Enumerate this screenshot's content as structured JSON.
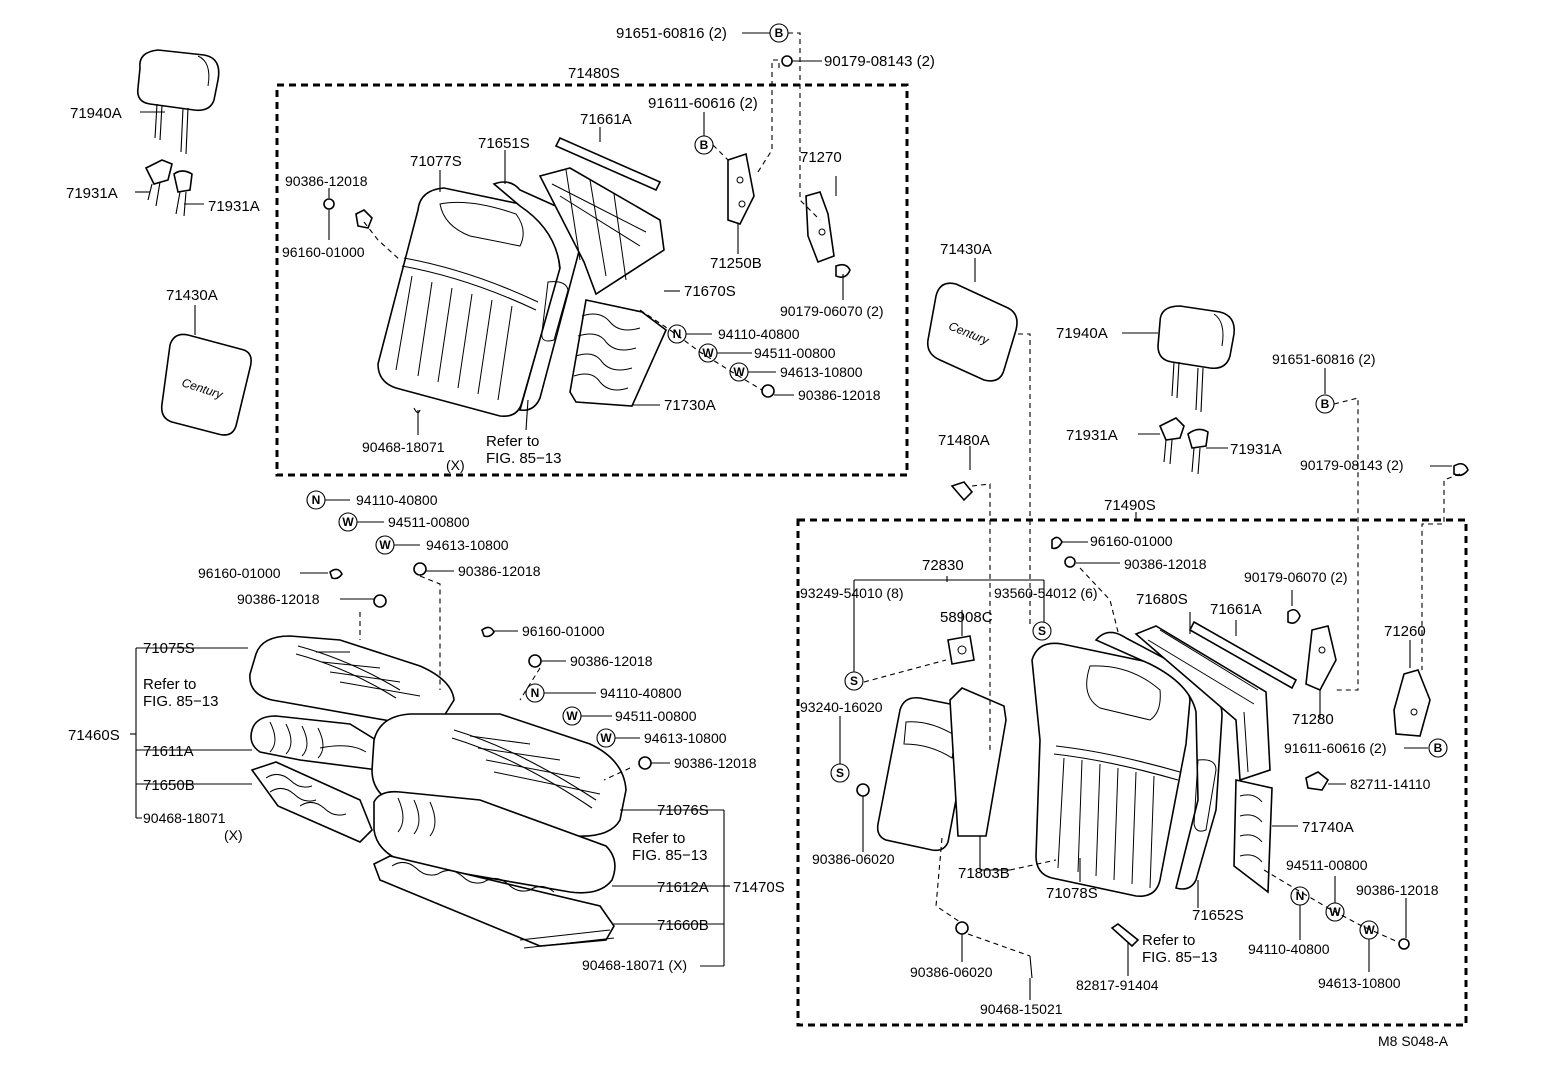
{
  "diagram_id": "M8 S048-A",
  "labels": {
    "p91651_60816_top": "91651-60816 (2)",
    "p90179_08143_top": "90179-08143 (2)",
    "p71480s": "71480S",
    "p91611_60616_top": "91611-60616 (2)",
    "p71661a_top": "71661A",
    "p71651s": "71651S",
    "p71077s": "71077S",
    "p90386_12018_a": "90386-12018",
    "p96160_01000_a": "96160-01000",
    "p71270": "71270",
    "p71250b": "71250B",
    "p90179_06070_top": "90179-06070 (2)",
    "p71670s": "71670S",
    "p94110_40800_a": "94110-40800",
    "p94511_00800_a": "94511-00800",
    "p94613_10800_a": "94613-10800",
    "p90386_12018_b": "90386-12018",
    "p71730a": "71730A",
    "p90468_18071_a": "90468-18071",
    "x_a": "(X)",
    "refer_a1": "Refer to",
    "refer_a2": "FIG. 85−13",
    "p71940a_left": "71940A",
    "p71931a_l1": "71931A",
    "p71931a_l2": "71931A",
    "p71430a_left": "71430A",
    "p94110_40800_b": "94110-40800",
    "p94511_00800_b": "94511-00800",
    "p94613_10800_b": "94613-10800",
    "p90386_12018_c": "90386-12018",
    "p96160_01000_b": "96160-01000",
    "p90386_12018_d": "90386-12018",
    "p71075s": "71075S",
    "refer_b1": "Refer to",
    "refer_b2": "FIG. 85−13",
    "p71460s": "71460S",
    "p71611a": "71611A",
    "p71650b": "71650B",
    "p90468_18071_b": "90468-18071",
    "x_b": "(X)",
    "p96160_01000_c": "96160-01000",
    "p90386_12018_e": "90386-12018",
    "p94110_40800_c": "94110-40800",
    "p94511_00800_c": "94511-00800",
    "p94613_10800_c": "94613-10800",
    "p90386_12018_f": "90386-12018",
    "p71076s": "71076S",
    "refer_c1": "Refer to",
    "refer_c2": "FIG. 85−13",
    "p71612a": "71612A",
    "p71470s": "71470S",
    "p71660b": "71660B",
    "p90468_18071_c": "90468-18071 (X)",
    "p71430a_right": "71430A",
    "p71940a_right": "71940A",
    "p91651_60816_right": "91651-60816 (2)",
    "p71480a": "71480A",
    "p71931a_r1": "71931A",
    "p71931a_r2": "71931A",
    "p90179_08143_right": "90179-08143 (2)",
    "p71490s": "71490S",
    "p96160_01000_d": "96160-01000",
    "p90386_12018_g": "90386-12018",
    "p72830": "72830",
    "p93249_54010": "93249-54010 (8)",
    "p93560_54012": "93560-54012 (6)",
    "p58908c": "58908C",
    "p71680s": "71680S",
    "p71661a_right": "71661A",
    "p90179_06070_right": "90179-06070 (2)",
    "p71260": "71260",
    "p93240_16020": "93240-16020",
    "p71280": "71280",
    "p91611_60616_right": "91611-60616 (2)",
    "p82711_14110": "82711-14110",
    "p71740a": "71740A",
    "p90386_06020_a": "90386-06020",
    "p71803b": "71803B",
    "p71078s": "71078S",
    "p71652s": "71652S",
    "p94511_00800_d": "94511-00800",
    "p90386_12018_h": "90386-12018",
    "p94110_40800_d": "94110-40800",
    "refer_d1": "Refer to",
    "refer_d2": "FIG. 85−13",
    "p94613_10800_d": "94613-10800",
    "p90386_06020_b": "90386-06020",
    "p82817_91404": "82817-91404",
    "p90468_15021": "90468-15021",
    "diagram_code": "M8 S048-A"
  },
  "symbols": {
    "B": "B",
    "N": "N",
    "W": "W",
    "S": "S"
  },
  "headrest_script": "Century"
}
